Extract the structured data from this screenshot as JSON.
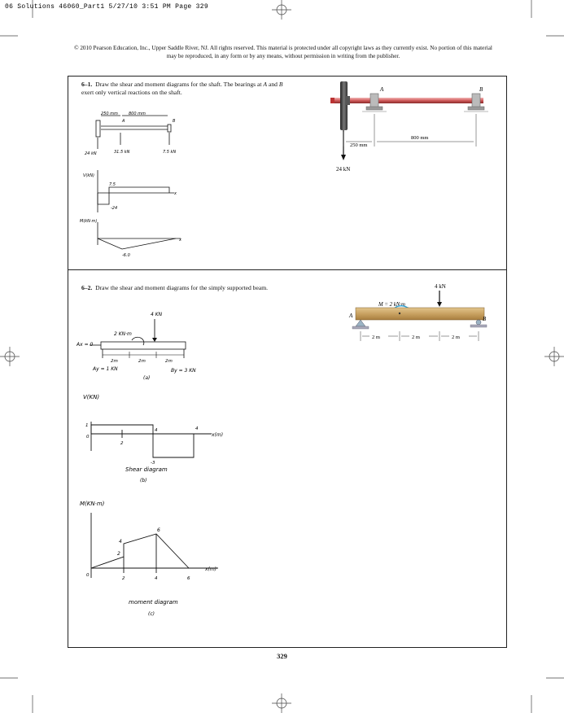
{
  "slug": "06 Solutions 46060_Part1  5/27/10  3:51 PM  Page 329",
  "copyright": "© 2010 Pearson Education, Inc., Upper Saddle River, NJ. All rights reserved. This material is protected under all copyright laws as they currently exist. No portion of this material may be reproduced, in any form or by any means, without permission in writing from the publisher.",
  "page_number": "329",
  "problems": [
    {
      "number": "6–1.",
      "statement_1": "Draw the shear and moment diagrams for the shaft. The bearings at ",
      "bearing_a": "A",
      "statement_2": " and ",
      "bearing_b": "B",
      "statement_3": " exert only vertical reactions on the shaft.",
      "figure": {
        "label_a": "A",
        "label_b": "B",
        "dim_250": "250 mm",
        "dim_800": "800 mm",
        "load": "24 kN"
      },
      "handwritten": {
        "dim_250": "250 mm",
        "dim_800": "800 mm",
        "label_a": "A",
        "label_b": "B",
        "load": "24 kN",
        "reaction_a": "31.5 kN",
        "reaction_b": "7.5 kN",
        "shear_axis": "V(kN)",
        "shear_pos": "7.5",
        "shear_neg": "-24",
        "shear_x": "x",
        "moment_axis": "M(kN·m)",
        "moment_min": "-6.0",
        "moment_x": "x"
      }
    },
    {
      "number": "6–2.",
      "statement": "Draw the shear and moment diagrams for the simply supported beam.",
      "figure": {
        "moment": "M = 2 kN·m",
        "load": "4 kN",
        "label_a": "A",
        "label_b": "B",
        "dims": [
          "2 m",
          "2 m",
          "2 m"
        ]
      },
      "handwritten": {
        "load": "4 KN",
        "moment": "2 KN·m",
        "ax": "Ax = 0",
        "dims": [
          "2m",
          "2m",
          "2m"
        ],
        "ay": "Ay = 1 KN",
        "by": "By = 3 KN",
        "cap_a": "(a)",
        "shear_axis": "V(KN)",
        "shear_one": "1",
        "shear_zero": "0",
        "shear_two": "2",
        "shear_four": "4",
        "shear_neg3": "-3",
        "shear_xaxis": "x(m)",
        "shear_caption": "Shear diagram",
        "cap_b": "(b)",
        "moment_axis": "M(KN·m)",
        "moment_two": "2",
        "moment_four": "4",
        "moment_six": "6",
        "moment_zero": "0",
        "tick_two": "2",
        "tick_four": "4",
        "tick_six": "6",
        "moment_xaxis": "x(m)",
        "moment_caption": "moment diagram",
        "cap_c": "(c)"
      }
    }
  ]
}
